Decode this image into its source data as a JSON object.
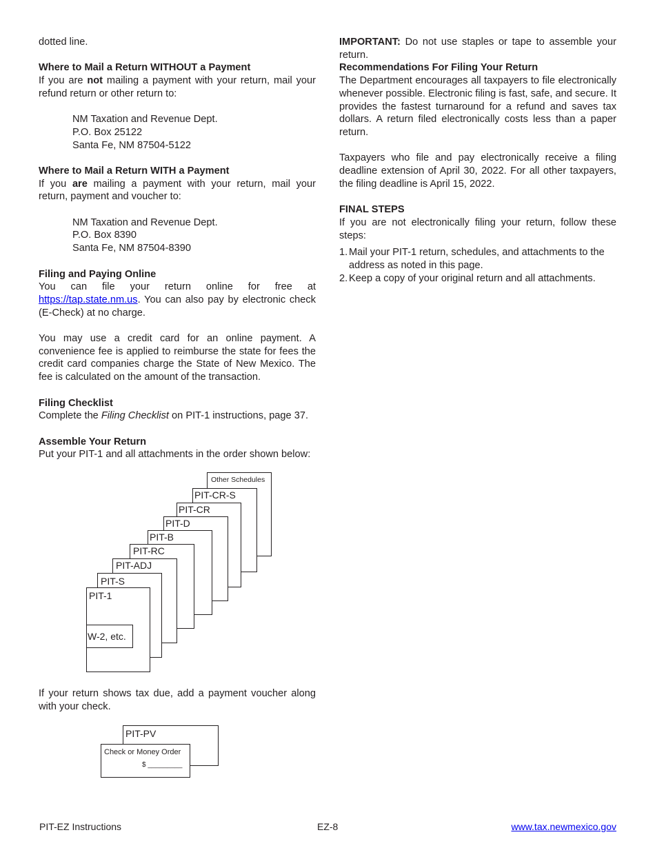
{
  "left": {
    "intro": "dotted line.",
    "mail_without": {
      "heading": "Where to Mail a Return WITHOUT a Payment",
      "text_a": "If you are ",
      "text_bold": "not",
      "text_b": " mailing a payment with your return, mail your refund return or other return to:",
      "address": [
        "NM Taxation and Revenue Dept.",
        "P.O. Box 25122",
        "Santa Fe, NM  87504-5122"
      ]
    },
    "mail_with": {
      "heading": "Where to Mail a Return WITH a Payment",
      "text_a": "If you ",
      "text_bold": "are",
      "text_b": " mailing a payment with your return, mail your return, payment and voucher to:",
      "address": [
        "NM Taxation and Revenue Dept.",
        "P.O. Box 8390",
        "Santa Fe, NM  87504-8390"
      ]
    },
    "online": {
      "heading": "Filing and Paying Online",
      "text_a": "You can file your return online for free at ",
      "link": "https://tap.state.nm.us",
      "text_b": ". You can also pay by electronic check (E-Check) at no charge.",
      "para2": "You may use a credit card for an online payment. A convenience fee is applied to reimburse the state for fees the credit card companies charge the State of New Mexico. The fee is calculated on the amount of the transaction."
    },
    "checklist": {
      "heading": "Filing Checklist",
      "text_a": "Complete the ",
      "text_italic": "Filing Checklist",
      "text_b": " on PIT-1 instructions, page 37."
    },
    "assemble": {
      "heading": "Assemble Your Return",
      "text": "Put your PIT-1 and all attachments in the order shown below:"
    },
    "stack_labels": [
      "Other Schedules",
      "PIT-CR-S",
      "PIT-CR",
      "PIT-D",
      "PIT-B",
      "PIT-RC",
      "PIT-ADJ",
      "PIT-S",
      "PIT-1",
      "W-2, etc."
    ],
    "voucher_text": "If your return shows tax due, add a payment voucher along with your check.",
    "voucher": {
      "top_label": "PIT-PV",
      "check_label": "Check or Money Order",
      "amount": "$ _________"
    }
  },
  "right": {
    "important_bold": "IMPORTANT:",
    "important_text": " Do not use staples or tape to assemble your return.",
    "recommend": {
      "heading": "Recommendations For Filing Your Return",
      "para1": "The Department encourages all taxpayers to file electronically whenever possible. Electronic filing is fast, safe, and secure. It provides the fastest turnaround for a refund and saves tax dollars. A return filed electronically costs less than a paper return.",
      "para2": "Taxpayers who file and pay electronically receive a filing deadline extension of April 30, 2022. For all other taxpayers, the filing deadline is April 15, 2022."
    },
    "final": {
      "heading": "FINAL STEPS",
      "intro": "If you are not electronically filing your return, follow these steps:",
      "steps": [
        {
          "num": "1.",
          "text": "Mail your PIT-1 return, schedules, and attachments to the address as noted in this page."
        },
        {
          "num": "2.",
          "text": "Keep a copy of your original return and all attachments."
        }
      ]
    }
  },
  "footer": {
    "left": "PIT-EZ Instructions",
    "center": "EZ-8",
    "right": "www.tax.newmexico.gov"
  }
}
